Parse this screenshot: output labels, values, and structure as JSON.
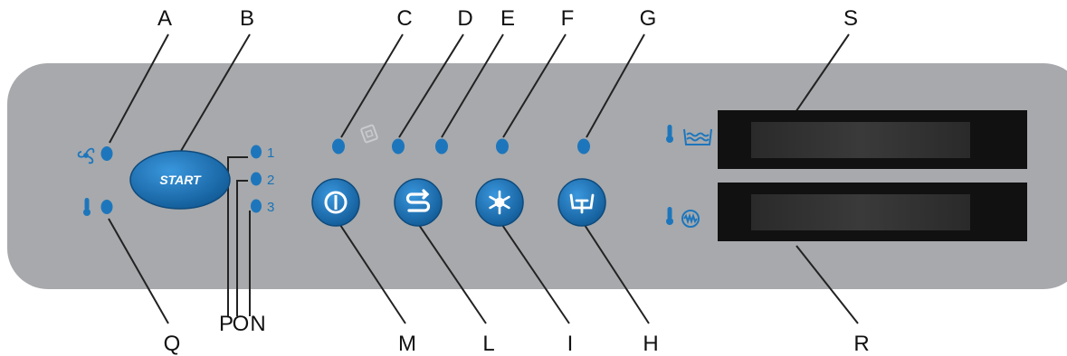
{
  "callouts": {
    "A": "A",
    "B": "B",
    "C": "C",
    "D": "D",
    "E": "E",
    "F": "F",
    "G": "G",
    "S": "S",
    "Q": "Q",
    "P": "P",
    "O": "O",
    "N": "N",
    "M": "M",
    "L": "L",
    "I": "I",
    "H": "H",
    "R": "R"
  },
  "start_button": {
    "label": "START"
  },
  "cycle_leds": {
    "one": "1",
    "two": "2",
    "three": "3"
  },
  "icons": {
    "fan": "fan-icon",
    "thermometer": "thermometer-icon",
    "power": "power-icon",
    "cycle": "cycle-icon",
    "snowflake": "snowflake-icon",
    "drain": "drain-icon",
    "tank": "wash-tank-icon",
    "boiler": "boiler-icon",
    "detergent": "detergent-icon"
  },
  "colors": {
    "panel": "#a7a9ac",
    "button": "#1d76bc",
    "led": "#1d76bc",
    "display": "#111111",
    "display_inner": "#2b2b2b"
  }
}
